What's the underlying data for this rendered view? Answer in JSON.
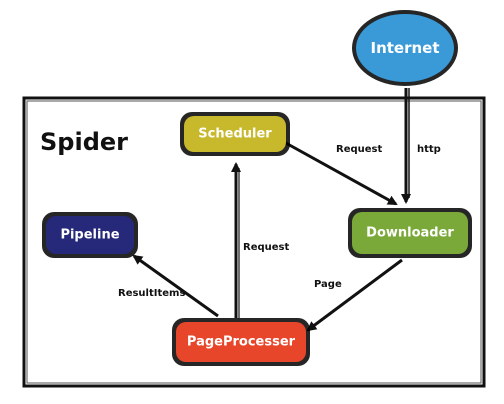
{
  "title": "Spider",
  "nodes": {
    "internet": {
      "label": "Internet",
      "color": "#3a9ad8"
    },
    "scheduler": {
      "label": "Scheduler",
      "color": "#c7b82c"
    },
    "downloader": {
      "label": "Downloader",
      "color": "#7aa93a"
    },
    "pipeline": {
      "label": "Pipeline",
      "color": "#26287a"
    },
    "pageprocesser": {
      "label": "PageProcesser",
      "color": "#e8462a"
    }
  },
  "edges": {
    "internet_downloader": "http",
    "scheduler_downloader": "Request",
    "processer_scheduler": "Request",
    "downloader_processer": "Page",
    "processer_pipeline": "ResultItems"
  }
}
